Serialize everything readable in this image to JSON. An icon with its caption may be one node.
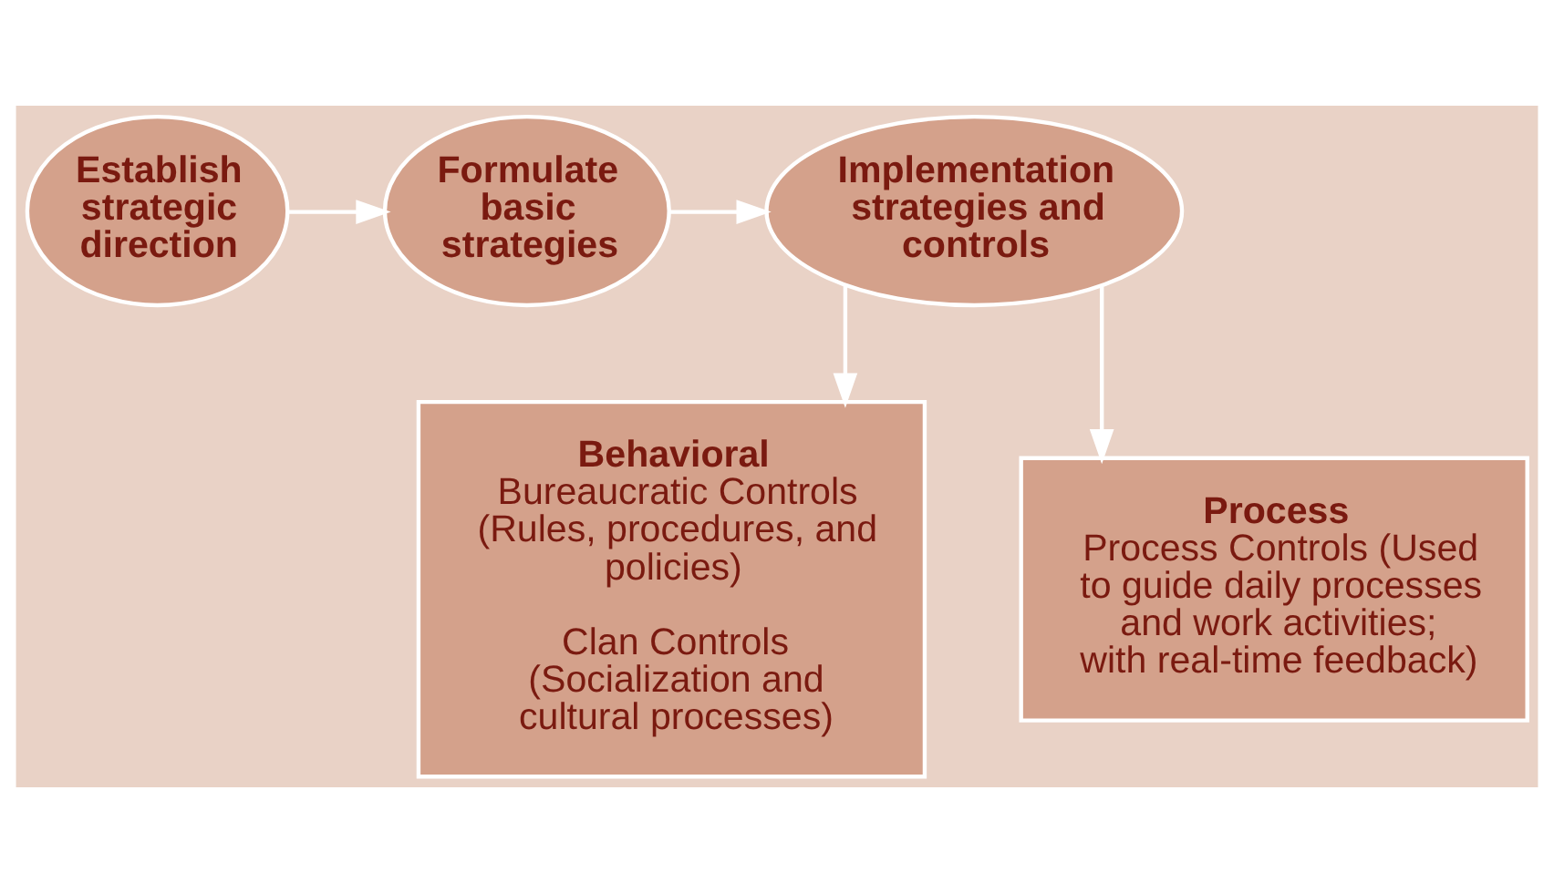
{
  "diagram": {
    "nodes": [
      {
        "text": [
          "Establish strategic direction"
        ]
      },
      {
        "text": [
          "Formulate basic strategies"
        ]
      },
      {
        "text": [
          "Implementation strategies and controls"
        ]
      },
      {
        "text": [
          "Behavioral",
          "Bureaucratic Controls (Rules, procedures, and policies)",
          "Clan Controls (Socialization and cultural processes)"
        ]
      },
      {
        "text": [
          "Process",
          "Process Controls (Used to guide daily processes and work activities; with real-time feedback)"
        ]
      }
    ],
    "edges": [
      {
        "from": 0,
        "to": 1,
        "arrow": "to"
      },
      {
        "from": 1,
        "to": 2,
        "arrow": "to"
      },
      {
        "from": 2,
        "to": 3,
        "arrow": "to"
      },
      {
        "from": 2,
        "to": 4,
        "arrow": "to"
      }
    ]
  }
}
